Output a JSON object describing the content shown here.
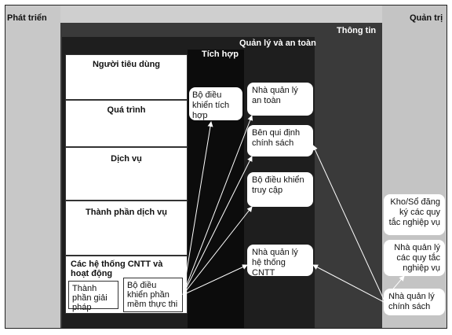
{
  "headers": {
    "phat_trien": "Phát triển",
    "quan_tri": "Quản trị",
    "thong_tin": "Thông tin",
    "quan_ly_an_toan": "Quản lý và an toàn",
    "tich_hop": "Tích hợp"
  },
  "layers": [
    "Người tiêu dùng",
    "Quá trình",
    "Dịch vụ",
    "Thành phần dịch vụ"
  ],
  "it_systems": {
    "title": "Các hệ thống CNTT và hoạt động",
    "solution": "Thành phần giải pháp",
    "runtime": "Bộ điều khiển phần mềm thực thi"
  },
  "integration_box": "Bộ điều khiển tích hợp",
  "mgmt_boxes": [
    "Nhà quản lý an toàn",
    "Bên qui định chính sách",
    "Bộ điều khiển truy cập",
    "Nhà quản lý hệ thống CNTT"
  ],
  "admin_boxes": [
    "Kho/Sổ đăng ký các quy tắc nghiệp vụ",
    "Nhà quản lý các quy tắc nghiệp vụ",
    "Nhà quản lý chính sách"
  ]
}
